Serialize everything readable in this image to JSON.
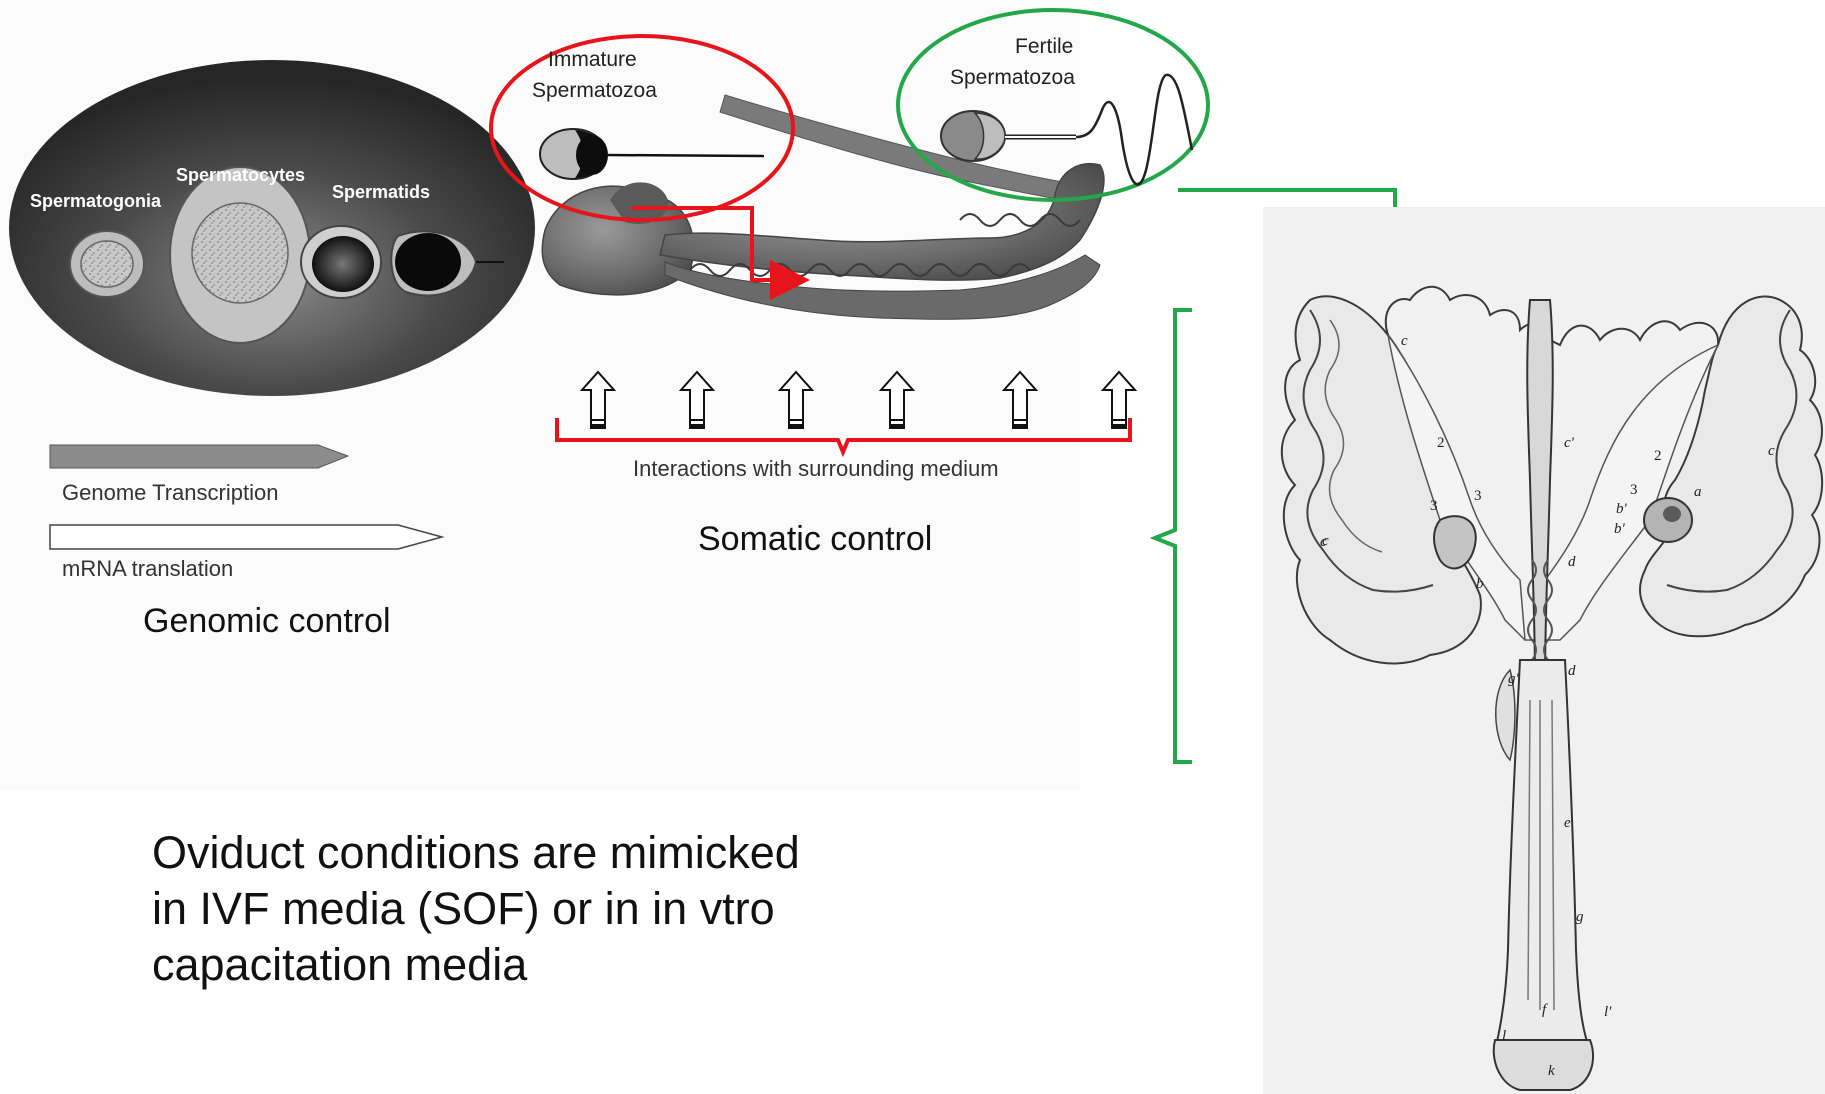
{
  "cell_oval": {
    "spermatogonia": "Spermatogonia",
    "spermatocytes": "Spermatocytes",
    "spermatids": "Spermatids"
  },
  "circle_immature": {
    "line1": "Immature",
    "line2": "Spermatozoa"
  },
  "circle_fertile": {
    "line1": "Fertile",
    "line2": "Spermatozoa"
  },
  "genomic": {
    "transcription": "Genome Transcription",
    "translation": "mRNA translation",
    "title": "Genomic control"
  },
  "somatic": {
    "interactions": "Interactions with surrounding medium",
    "title": "Somatic control"
  },
  "anatomy_labels": [
    "c",
    "c",
    "2",
    "3",
    "3",
    "c",
    "b",
    "c'",
    "d",
    "d",
    "g'",
    "e",
    "g",
    "2",
    "c",
    "3",
    "a",
    "b'",
    "b'",
    "f",
    "l",
    "k",
    "l'"
  ],
  "note": {
    "line1": "Oviduct conditions are mimicked",
    "line2": "in IVF media (SOF) or in in vtro",
    "line3": "capacitation media"
  },
  "colors": {
    "red": "#e8141c",
    "green": "#22a84a",
    "oval_dark": "#3a3a3a"
  }
}
